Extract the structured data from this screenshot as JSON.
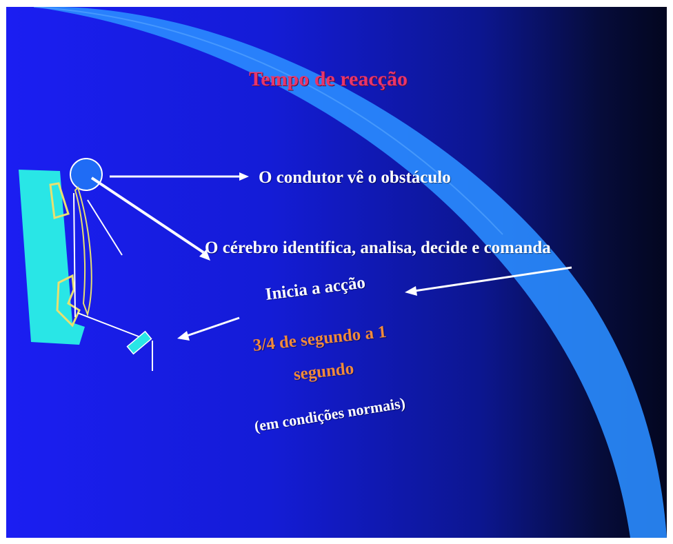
{
  "slide": {
    "title": "Tempo de reacção",
    "step_sees": "O condutor vê o obstáculo",
    "step_brain": "O cérebro identifica, analisa, decide e comanda",
    "step_action": "Inicia a acção",
    "time_line1": "3/4 de segundo a 1",
    "time_line2": "segundo",
    "conditions": "(em condições normais)"
  },
  "colors": {
    "background": "#141cd6",
    "swoosh": "#2a8cff",
    "title": "#e8356b",
    "time_text": "#f08a3c",
    "driver_seat": "#29e6e6",
    "driver_outline": "#e8e070"
  }
}
